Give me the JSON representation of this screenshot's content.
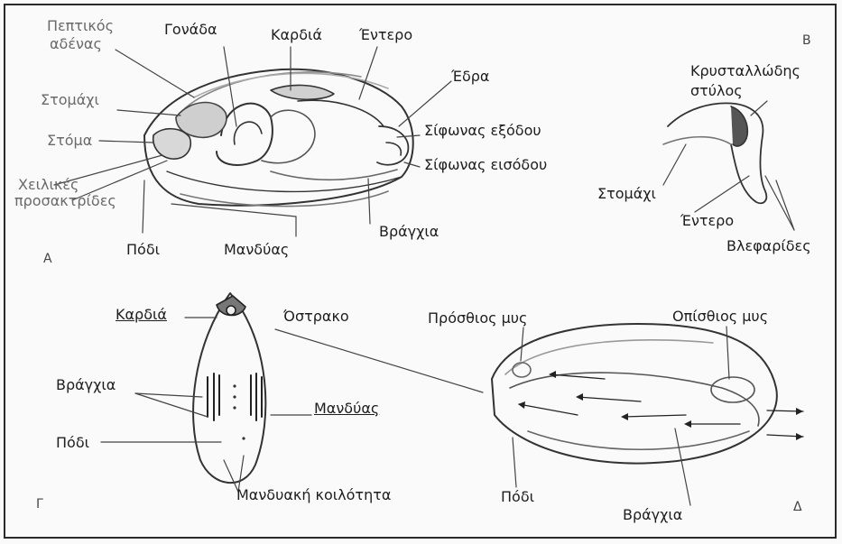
{
  "panels": [
    "Α",
    "Β",
    "Γ",
    "Δ"
  ],
  "labels_a": {
    "gonad": "Γονάδα",
    "heart": "Καρδιά",
    "intestine": "Έντερο",
    "gland_1": "Πεπτικός",
    "gland_2": "αδένας",
    "stomach": "Στομάχι",
    "mouth": "Στόμα",
    "palps_1": "Χειλικές",
    "palps_2": "προσακτρίδες",
    "foot": "Πόδι",
    "mantle": "Μανδύας",
    "gills": "Βράγχια",
    "anus": "Έδρα",
    "exhalant_siphon": "Σίφωνας εξόδου",
    "inhalant_siphon": "Σίφωνας εισόδου"
  },
  "labels_b": {
    "style_1": "Κρυσταλλώδης",
    "style_2": "στύλος",
    "stomach": "Στομάχι",
    "intestine": "Έντερο",
    "cilia": "Βλεφαρίδες"
  },
  "labels_c": {
    "heart": "Καρδιά",
    "gills": "Βράγχια",
    "foot": "Πόδι",
    "mantle": "Μανδύας",
    "shell": "Όστρακο",
    "mantle_cavity": "Μανδυακή κοιλότητα"
  },
  "labels_d": {
    "anterior_muscle": "Πρόσθιος μυς",
    "posterior_muscle": "Οπίσθιος μυς",
    "foot": "Πόδι",
    "gills": "Βράγχια"
  }
}
